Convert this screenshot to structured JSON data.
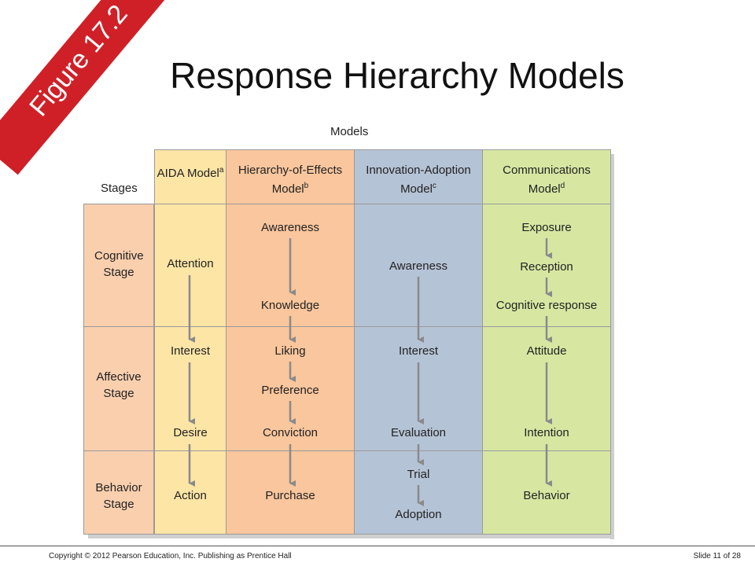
{
  "slide": {
    "figure_label": "Figure 17.2",
    "title": "Response Hierarchy Models",
    "copyright": "Copyright © 2012 Pearson Education, Inc. Publishing as Prentice Hall",
    "slide_number": "Slide 11 of 28"
  },
  "table": {
    "models_label": "Models",
    "stages_label": "Stages",
    "stages": [
      "Cognitive Stage",
      "Affective Stage",
      "Behavior Stage"
    ],
    "models": [
      {
        "name": "AIDA Model",
        "sup": "a",
        "color": "#fde5a6",
        "steps": [
          "Attention",
          "Interest",
          "Desire",
          "Action"
        ]
      },
      {
        "name": "Hierarchy-of-Effects Model",
        "sup": "b",
        "color": "#f9c69d",
        "steps": [
          "Awareness",
          "Knowledge",
          "Liking",
          "Preference",
          "Conviction",
          "Purchase"
        ]
      },
      {
        "name": "Innovation-Adoption Model",
        "sup": "c",
        "color": "#b5c3d6",
        "steps": [
          "Awareness",
          "Interest",
          "Evaluation",
          "Trial",
          "Adoption"
        ]
      },
      {
        "name": "Communications Model",
        "sup": "d",
        "color": "#d7e7a2",
        "steps": [
          "Exposure",
          "Reception",
          "Cognitive response",
          "Attitude",
          "Intention",
          "Behavior"
        ]
      }
    ]
  }
}
